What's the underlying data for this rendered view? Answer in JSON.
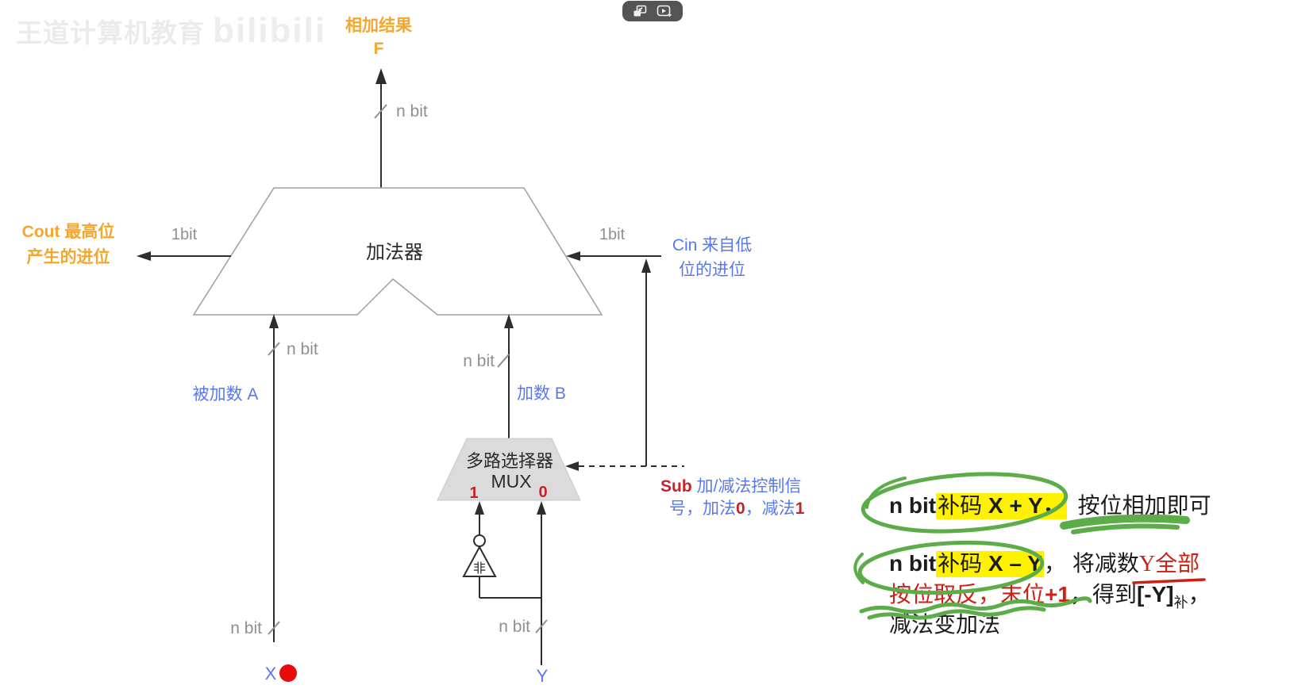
{
  "watermark": {
    "brand": "王道计算机教育",
    "site": "bilibili"
  },
  "player": {
    "icons": [
      "mini-player-icon",
      "pip-play-icon"
    ]
  },
  "colors": {
    "amber": "#F3A72E",
    "blue": "#5878F0",
    "red": "#C4232B",
    "note_red": "#CE2014",
    "green": "#5CAD4A",
    "highlight": "#FFF200",
    "pointer_dot": "#E80B0E",
    "mux_fill": "#DBDBDB"
  },
  "diagram": {
    "output": {
      "title": "相加结果",
      "symbol": "F",
      "bus": "n bit"
    },
    "adder": {
      "label": "加法器"
    },
    "cout": {
      "bus": "1bit",
      "line1": "Cout 最高位",
      "line2": "产生的进位"
    },
    "cin": {
      "bus": "1bit",
      "line1": "Cin 来自低",
      "line2": "位的进位"
    },
    "input_a": {
      "label": "被加数 A",
      "source": "X",
      "bus_top": "n bit",
      "bus_bottom": "n bit"
    },
    "input_b": {
      "label": "加数 B",
      "bus_top": "n bit"
    },
    "input_y": {
      "source": "Y",
      "bus": "n bit"
    },
    "mux": {
      "title": "多路选择器",
      "name": "MUX",
      "in1": "1",
      "in0": "0"
    },
    "not_gate": {
      "label": "非"
    },
    "sub": {
      "name": "Sub",
      "desc1": " 加/减法控制信",
      "d2a": "号，加法",
      "d2b": "0",
      "d2c": "，减法",
      "d2d": "1"
    }
  },
  "notes": {
    "n1": {
      "prefix": "n bit",
      "hl_cjk": "补码",
      "hl_latin": " X + Y，",
      "rest": "按位相加即可"
    },
    "n2": {
      "prefix": "n bit",
      "hl_cjk": "补码",
      "hl_latin": " X – Y",
      "comma": "，",
      "mid": "将减数",
      "red": "Y全部",
      "l2_red": "按位取反，末位",
      "l2_red_latin": "+1",
      "l2_black": "，得到",
      "l2_latin": "[-Y]",
      "l2_sub": "补",
      "l2_comma": "，",
      "l3": "减法变加法"
    }
  }
}
